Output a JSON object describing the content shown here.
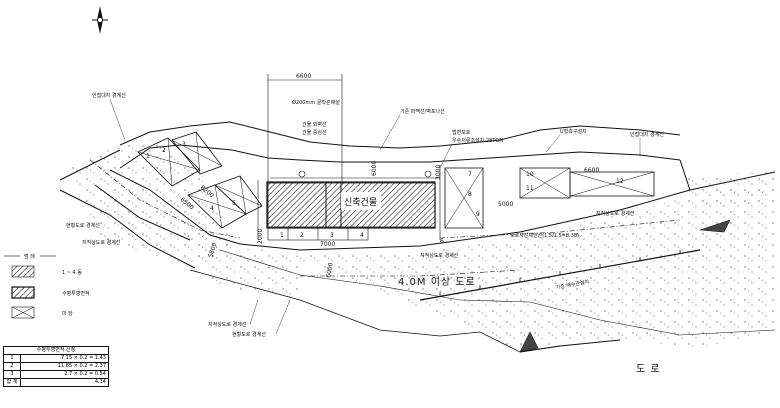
{
  "title_building": "신축건물",
  "road_label": "4.0M 이상 도로",
  "road_label2": "도 로",
  "dims": {
    "top": "6600",
    "left_strip": "8200",
    "left_strip2": "6500",
    "bottom_left": "5800",
    "bottom_main": "7000",
    "mid": "6000",
    "right_a": "5000",
    "right_b": "6600",
    "small_a": "2000",
    "small_b": "3000",
    "vertical": "6000"
  },
  "annotations": {
    "a_top_left": "인접대지 경계선",
    "a_pipe": "Ø200mm 굴착관매설",
    "a_wall": "기존 퍼맥선/벽포나선",
    "a_bldg1": "건물 외벽선",
    "a_bldg2": "건물 중심선",
    "a_slope": "법면보호",
    "a_tank": "우수저류조설치-28TON",
    "a_drain": "U형측구설치",
    "a_top_right": "인접대지 경계선",
    "a_left1": "현황도로 경계선",
    "a_left2": "지적상도로 경계선",
    "a_right_mid": "지적상도로 경계선",
    "a_setback": "도로사선제한선(1.5/1.5=8.38)",
    "a_mid_road": "지적상도로 경계선",
    "a_bottom1": "지적상도로 경계선",
    "a_bottom2": "현황도로 경계선",
    "a_drain_line": "기존 배수관설치"
  },
  "lots": [
    "1",
    "2",
    "3",
    "4",
    "5",
    "6",
    "7",
    "8",
    "9",
    "10",
    "11",
    "12"
  ],
  "legend": {
    "title": "범 례",
    "hatch_label": "1 ~ 4 동",
    "solid_label": "수평투영면적",
    "cross_label": "마 당"
  },
  "area_table": {
    "title": "수평투영면적 산정",
    "rows": [
      {
        "no": "1",
        "calc": "7.15 × 0.2 = 1.43"
      },
      {
        "no": "2",
        "calc": "11.85 × 0.2 = 2.37"
      },
      {
        "no": "3",
        "calc": "2.7 × 0.2 = 0.54"
      }
    ],
    "total_label": "합 계",
    "total": "4.34"
  }
}
